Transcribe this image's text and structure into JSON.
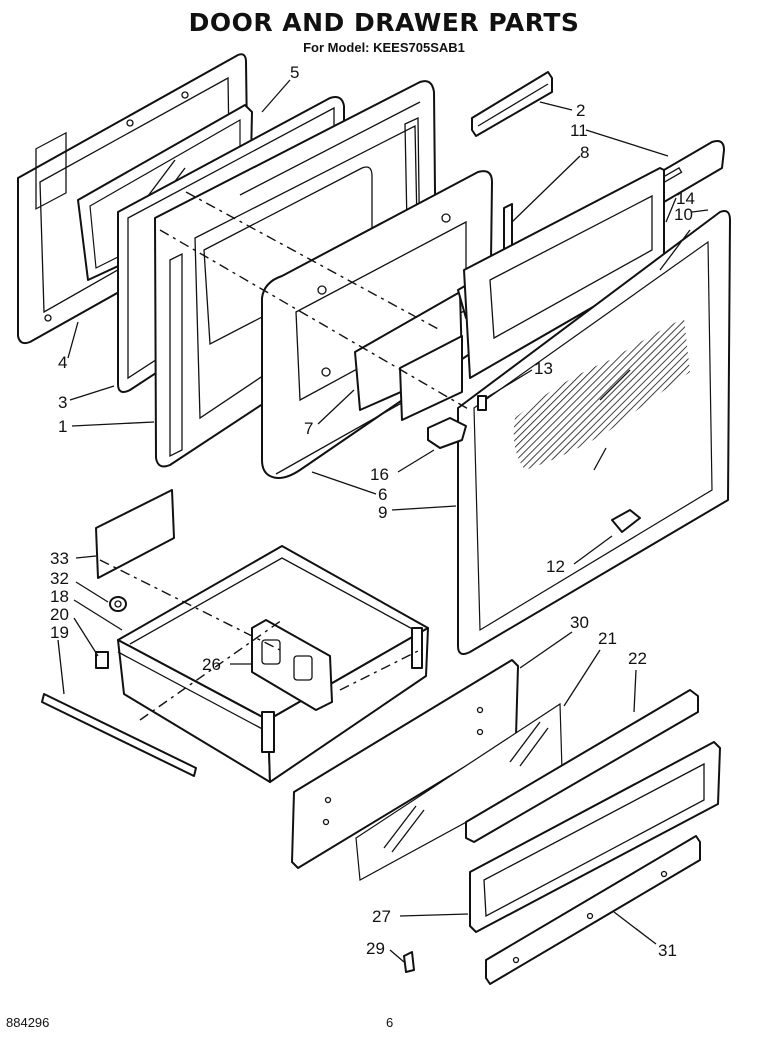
{
  "title": "DOOR AND DRAWER PARTS",
  "subtitle": "For Model: KEES705SAB1",
  "footer": {
    "doc_number": "884296",
    "page_number": "6"
  },
  "callouts": [
    {
      "id": "c5",
      "label": "5"
    },
    {
      "id": "c2",
      "label": "2"
    },
    {
      "id": "c11",
      "label": "11"
    },
    {
      "id": "c8",
      "label": "8"
    },
    {
      "id": "c14",
      "label": "14"
    },
    {
      "id": "c10",
      "label": "10"
    },
    {
      "id": "c4",
      "label": "4"
    },
    {
      "id": "c3",
      "label": "3"
    },
    {
      "id": "c1",
      "label": "1"
    },
    {
      "id": "c7",
      "label": "7"
    },
    {
      "id": "c13",
      "label": "13"
    },
    {
      "id": "c16",
      "label": "16"
    },
    {
      "id": "c6",
      "label": "6"
    },
    {
      "id": "c9",
      "label": "9"
    },
    {
      "id": "c12",
      "label": "12"
    },
    {
      "id": "c33",
      "label": "33"
    },
    {
      "id": "c32",
      "label": "32"
    },
    {
      "id": "c18",
      "label": "18"
    },
    {
      "id": "c20",
      "label": "20"
    },
    {
      "id": "c19",
      "label": "19"
    },
    {
      "id": "c26",
      "label": "26"
    },
    {
      "id": "c30",
      "label": "30"
    },
    {
      "id": "c21",
      "label": "21"
    },
    {
      "id": "c22",
      "label": "22"
    },
    {
      "id": "c27",
      "label": "27"
    },
    {
      "id": "c29",
      "label": "29"
    },
    {
      "id": "c31",
      "label": "31"
    }
  ]
}
